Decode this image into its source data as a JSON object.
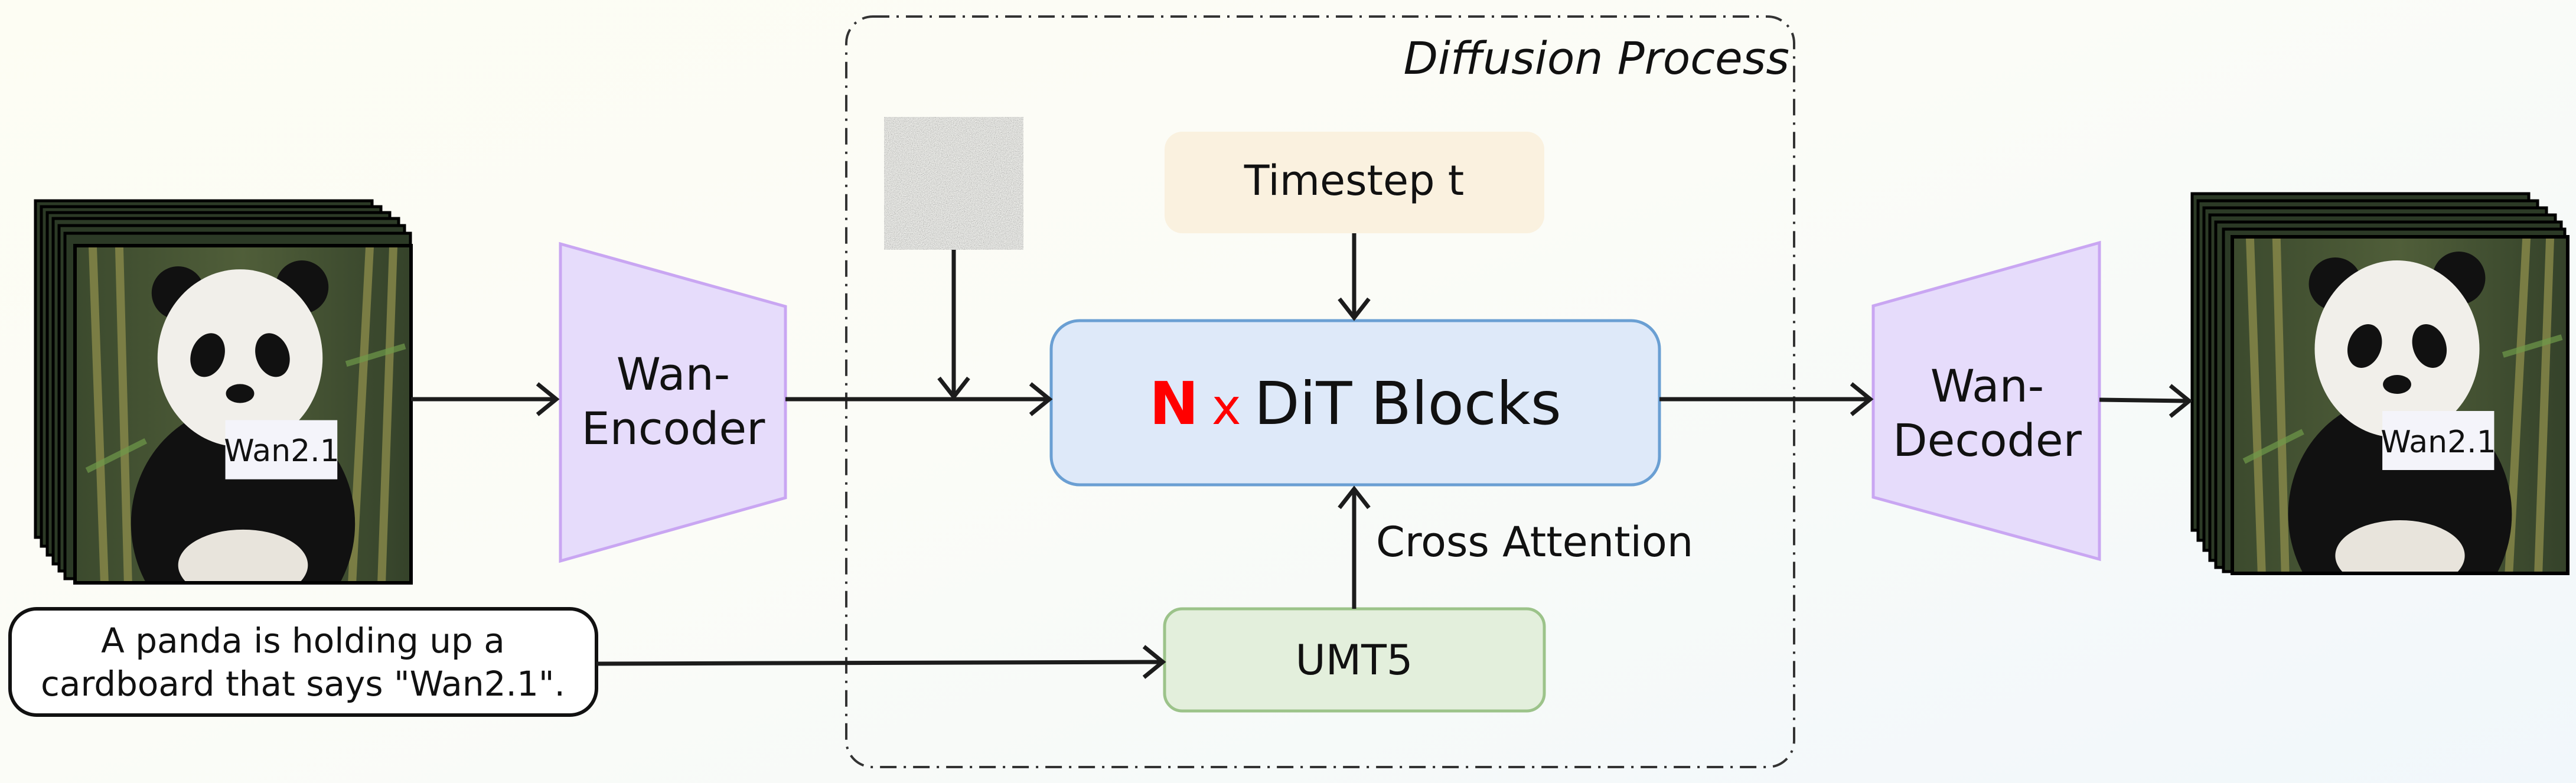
{
  "diffusion_box": {
    "title": "Diffusion Process"
  },
  "encoder": {
    "line1": "Wan-",
    "line2": "Encoder"
  },
  "decoder": {
    "line1": "Wan-",
    "line2": "Decoder"
  },
  "timestep": {
    "label": "Timestep t"
  },
  "dit": {
    "n": "N",
    "x": "x",
    "label": "DiT Blocks"
  },
  "cross_attention": {
    "label": "Cross Attention"
  },
  "umt5": {
    "label": "UMT5"
  },
  "prompt": {
    "line1": "A panda is holding up a",
    "line2": "cardboard that says \"Wan2.1\"."
  },
  "frame_sign": "Wan2.1",
  "colors": {
    "encoder_fill": "#e6dcfb",
    "encoder_stroke": "#c9a6f2",
    "timestep_fill": "#faf1df",
    "dit_fill": "#dee9f9",
    "dit_stroke": "#6a9fd3",
    "umt5_fill": "#e3efdc",
    "umt5_stroke": "#9cc38a",
    "accent_red": "#ff0000"
  }
}
